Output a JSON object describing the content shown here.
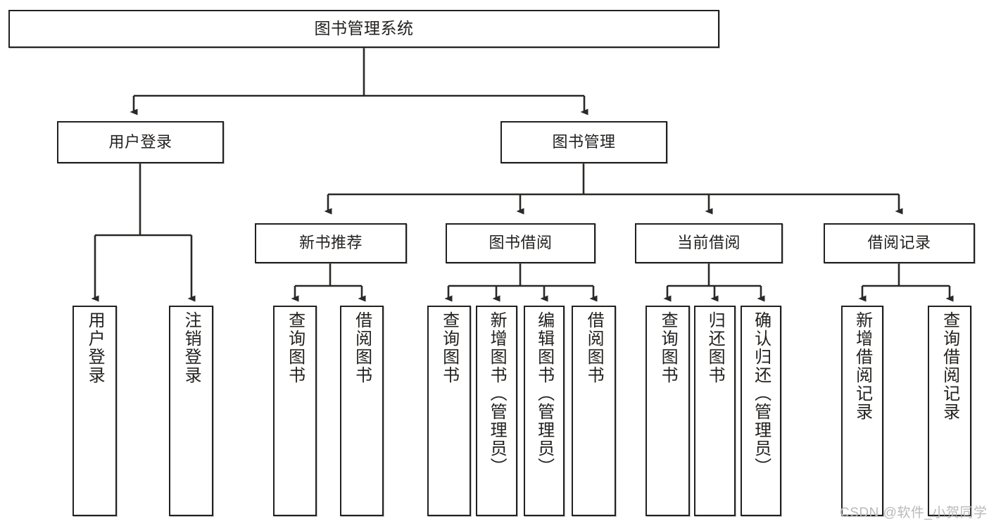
{
  "diagram": {
    "type": "tree-hierarchy",
    "title": "图书管理系统",
    "watermark": "CSDN @软件_小贺同学",
    "colors": {
      "stroke": "#23211f",
      "background": "#ffffff",
      "watermark": "#b9b9b9"
    },
    "nodes": {
      "root": {
        "label": "图书管理系统"
      },
      "level1": [
        {
          "id": "user-login",
          "label": "用户登录"
        },
        {
          "id": "book-manage",
          "label": "图书管理"
        }
      ],
      "level2": [
        {
          "id": "new-book-recommend",
          "label": "新书推荐",
          "parent": "book-manage"
        },
        {
          "id": "book-borrow",
          "label": "图书借阅",
          "parent": "book-manage"
        },
        {
          "id": "current-borrow",
          "label": "当前借阅",
          "parent": "book-manage"
        },
        {
          "id": "borrow-record",
          "label": "借阅记录",
          "parent": "book-manage"
        }
      ],
      "leaves": [
        {
          "id": "leaf-user-login",
          "label": "用户登录",
          "parent": "user-login"
        },
        {
          "id": "leaf-logout",
          "label": "注销登录",
          "parent": "user-login"
        },
        {
          "id": "leaf-query-book-1",
          "label": "查询图书",
          "parent": "new-book-recommend"
        },
        {
          "id": "leaf-borrow-book-1",
          "label": "借阅图书",
          "parent": "new-book-recommend"
        },
        {
          "id": "leaf-query-book-2",
          "label": "查询图书",
          "parent": "book-borrow"
        },
        {
          "id": "leaf-add-book",
          "label": "新增图书（管理员）",
          "parent": "book-borrow"
        },
        {
          "id": "leaf-edit-book",
          "label": "编辑图书（管理员）",
          "parent": "book-borrow"
        },
        {
          "id": "leaf-borrow-book-2",
          "label": "借阅图书",
          "parent": "book-borrow"
        },
        {
          "id": "leaf-query-book-3",
          "label": "查询图书",
          "parent": "current-borrow"
        },
        {
          "id": "leaf-return-book",
          "label": "归还图书",
          "parent": "current-borrow"
        },
        {
          "id": "leaf-confirm-return",
          "label": "确认归还（管理员）",
          "parent": "current-borrow"
        },
        {
          "id": "leaf-add-record",
          "label": "新增借阅记录",
          "parent": "borrow-record"
        },
        {
          "id": "leaf-query-record",
          "label": "查询借阅记录",
          "parent": "borrow-record"
        }
      ]
    }
  }
}
